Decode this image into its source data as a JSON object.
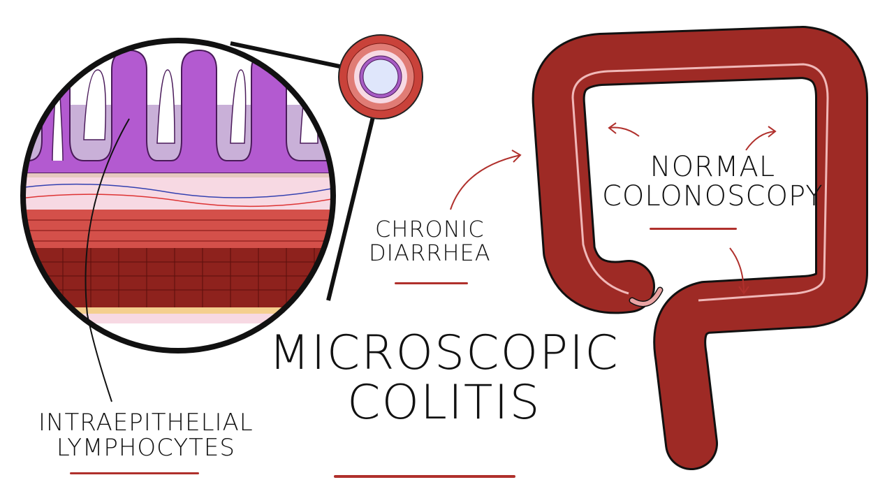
{
  "labels": {
    "lymphocytes": [
      "INTRAEPITHELIAL",
      "LYMPHOCYTES"
    ],
    "symptom": [
      "CHRONIC",
      "DIARRHEA"
    ],
    "title": [
      "MICROSCOPIC",
      "COLITIS"
    ],
    "finding": [
      "NORMAL",
      "COLONOSCOPY"
    ]
  },
  "colors": {
    "colon": "#9e2a25",
    "villi": "#a34fc0",
    "lamina": "#c9b0d8",
    "muscle": "#d4504a",
    "accent": "#b0302c"
  }
}
